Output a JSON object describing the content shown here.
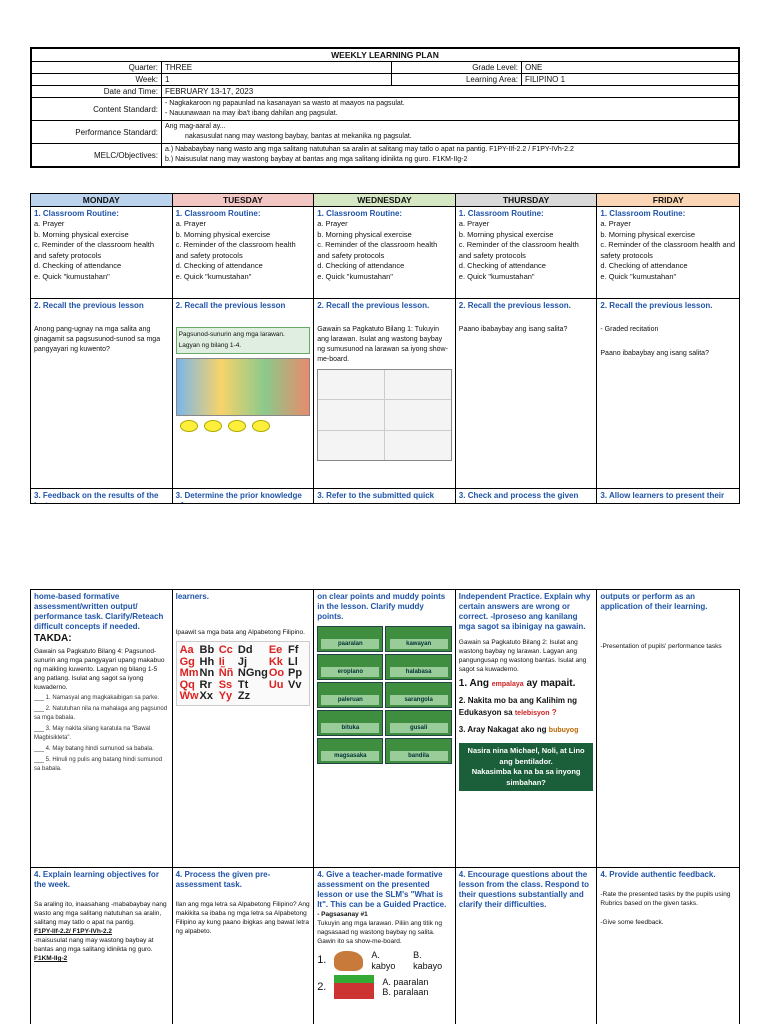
{
  "header": {
    "title": "WEEKLY LEARNING PLAN",
    "quarter_label": "Quarter:",
    "quarter": "THREE",
    "grade_label": "Grade Level:",
    "grade": "ONE",
    "week_label": "Week:",
    "week": "1",
    "area_label": "Learning Area:",
    "area": "FILIPINO 1",
    "date_label": "Date and Time:",
    "date": "FEBRUARY 13-17, 2023",
    "content_label": "Content Standard:",
    "content1": "- Nagkakaroon ng papaunlad na kasanayan sa wasto at maayos na pagsulat.",
    "content2": "- Nauunawaan na may iba't ibang dahilan ang pagsulat.",
    "perf_label": "Performance Standard:",
    "perf1": "Ang mag-aaral ay...",
    "perf2": "nakasusulat nang may wastong baybay, bantas at mekanika ng pagsulat.",
    "melc_label": "MELC/Objectives:",
    "melc1": "a.) Nababaybay nang wasto ang mga salitang natutuhan sa aralin at salitang may tatlo o apat na pantig. F1PY-IIf-2.2 / F1PY-IVh-2.2",
    "melc2": "b.) Naisusulat nang may wastong baybay at bantas ang mga salitang idinikta ng guro. F1KM-IIg-2"
  },
  "days": [
    "MONDAY",
    "TUESDAY",
    "WEDNESDAY",
    "THURSDAY",
    "FRIDAY"
  ],
  "day_colors": [
    "#bcd3ee",
    "#f2c6c2",
    "#d6e7c4",
    "#d9d9d9",
    "#fbd6b4"
  ],
  "routine": {
    "title": "1. Classroom Routine:",
    "items": [
      "a. Prayer",
      "b. Morning physical exercise",
      "c. Reminder of the classroom health and safety protocols",
      "d. Checking of attendance",
      "e. Quick \"kumustahan\""
    ]
  },
  "recall": [
    {
      "title": "2. Recall the previous lesson",
      "text": "Anong pang-ugnay na mga salita ang ginagamit sa pagsusunod-sunod sa mga pangyayari ng kuwento?"
    },
    {
      "title": "2. Recall the previous lesson",
      "text": "Pagsunod-sunurin ang mga larawan. Lagyan ng bilang 1-4."
    },
    {
      "title": "2. Recall the previous lesson.",
      "text": "Gawain sa Pagkatuto Bilang 1: Tukuyin ang larawan. Isulat ang wastong baybay ng sumusunod na larawan sa iyong show-me-board."
    },
    {
      "title": "2. Recall the previous lesson.",
      "text": "Paano ibabaybay ang isang salita?"
    },
    {
      "title": "2. Recall the previous lesson.",
      "text": "- Graded recitation",
      "text2": "Paano ibabaybay ang isang salita?"
    }
  ],
  "step3": [
    "3. Feedback on the results of the last",
    "3. Determine the prior knowledge of",
    "3. Refer to the submitted quick notes",
    "3. Check and process the given",
    "3. Allow learners to present their"
  ],
  "lower": {
    "c1_head": "home-based formative assessment/written output/ performance task. Clarify/Reteach difficult concepts if needed.",
    "c1_takda": "TAKDA:",
    "c1_task": "Gawain sa Pagkatuto Bilang 4: Pagsunod-sunurin ang mga pangyayari upang makabuo ng maikling kuwento. Lagyan ng bilang 1-5 ang patlang. Isulat ang sagot sa iyong kuwaderno.",
    "c1_lines": [
      "___ 1. Namasyal ang magkakaibigan sa parke.",
      "___ 2. Natutuhan nila na mahalaga ang pagsunod sa mga babala.",
      "___ 3. May nakita silang karatula na \"Bawal Magbisikleta\".",
      "___ 4. May batang hindi sumunod sa babala.",
      "___ 5. Hinuli ng pulis ang batang hindi sumunod sa babala."
    ],
    "c2_head": "learners.",
    "c2_text": "Ipaawit sa mga bata ang Alpabetong Filipino.",
    "alphabet": [
      "Aa",
      "Bb",
      "Cc",
      "Dd",
      "Ee",
      "Ff",
      "Gg",
      "Hh",
      "Ii",
      "Jj",
      "Kk",
      "Ll",
      "Mm",
      "Nn",
      "Ññ",
      "NGng",
      "Oo",
      "Pp",
      "Qq",
      "Rr",
      "Ss",
      "Tt",
      "Uu",
      "Vv",
      "Ww",
      "Xx",
      "Yy",
      "Zz"
    ],
    "c3_head": "on clear points and muddy points in the lesson. Clarify muddy points.",
    "c3_words": [
      "paaralan",
      "kawayan",
      "eroplano",
      "halabasa",
      "paleruan",
      "sarangola",
      "bituka",
      "gusali",
      "magsasaka",
      "bandila"
    ],
    "c4_head": "Independent Practice. Explain why certain answers are wrong or correct. -Iproseso ang kanilang mga sagot sa ibinigay na gawain.",
    "c4_task": "Gawain sa Pagkatuto Bilang 2: Isulat ang wastong baybay ng larawan. Lagyan ang pangungusap ng wastong bantas. Isulat ang sagot sa kuwaderno.",
    "c4_q1a": "1. Ang",
    "c4_q1w": "empalaya",
    "c4_q1b": "ay mapait.",
    "c4_q2a": "2. Nakita mo ba ang Kalihim ng Edukasyon sa",
    "c4_q2w": "telebisyon",
    "c4_q2b": "?",
    "c4_q3a": "3. Aray",
    "c4_q3b": "Nakagat ako ng",
    "c4_q3w": "bubuyog",
    "c4_q4": "Nasira nina Michael, Noli, at Lino ang bentilador.",
    "c4_q5": "Nakasimba ka na ba sa inyong simbahan?",
    "c5_head": "outputs or perform as an application of their learning.",
    "c5_text": "-Presentation of pupils' performance tasks",
    "r2c1_title": "4. Explain learning objectives for the week.",
    "r2c1_text": "Sa araling ito, inaasahang -mababaybay nang wasto ang mga salitang natutuhan sa aralin, salitang may tatlo o apat na pantig.",
    "r2c1_code1": "F1PY-IIf-2.2/ F1PY-IVh-2.2",
    "r2c1_text2": "-maisusulat nang may wastong baybay at bantas ang mga salitang idinikta ng guro.",
    "r2c1_code2": "F1KM-IIg-2",
    "r2c2_title": "4. Process the given pre-assessment task.",
    "r2c2_text": "Ilan ang mga letra sa Alpabetong Filipino? Ang makikita sa ibaba ng mga letra sa Alpabetong Filipino ay kung paano ibigkas ang bawat letra ng alpabeto.",
    "r2c3_title": "4. Give a teacher-made formative assessment on the presented lesson or use the SLM's \"What is It\". This can be a Guided Practice.",
    "r2c3_sub": "- Pagsasanay #1",
    "r2c3_text": "Tukuyin ang mga larawan. Piliin ang titik ng nagsasaad ng wastong baybay ng salita. Gawin ito sa show-me-board.",
    "r2c3_q1": "1.",
    "r2c3_q1a": "A. kabyo",
    "r2c3_q1b": "B. kabayo",
    "r2c3_q2": "2.",
    "r2c3_q2a": "A. paaralan",
    "r2c3_q2b": "B. paralaan",
    "r2c4_title": "4. Encourage questions about the lesson from the class. Respond to their questions substantially and clarify their difficulties.",
    "r2c5_title": "4. Provide authentic feedback.",
    "r2c5_text": "-Rate the presented tasks by the pupils using Rubrics based on the given tasks.",
    "r2c5_text2": "-Give some feedback."
  }
}
